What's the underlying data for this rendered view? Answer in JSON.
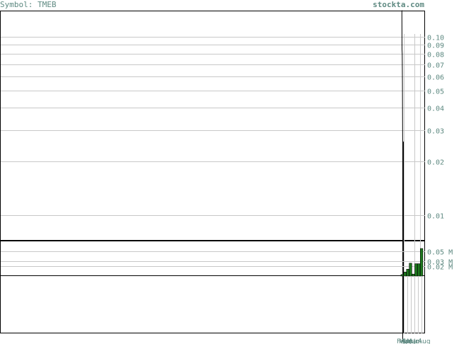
{
  "header": {
    "symbol_label": "Symbol: TMEB",
    "site": "stockta.com"
  },
  "colors": {
    "tick_text": "#5f8a82",
    "grid": "#c8c8c8",
    "frame": "#000000",
    "price_line": "#000000",
    "volume_fill": "#1e7a1e",
    "volume_edge": "#000000"
  },
  "chart_data": [
    {
      "type": "line",
      "yscale": "log",
      "ylim": [
        0.0072,
        0.14
      ],
      "grid": true,
      "yticks": [
        0.1,
        0.09,
        0.08,
        0.07,
        0.06,
        0.05,
        0.04,
        0.03,
        0.02,
        0.01
      ],
      "ytick_labels": [
        "0.10",
        "0.09",
        "0.08",
        "0.07",
        "0.06",
        "0.05",
        "0.04",
        "0.03",
        "0.02",
        "0.01"
      ],
      "series": [
        {
          "values": [
            0.14,
            0.14,
            0.085,
            0.08,
            0.055,
            0.025,
            0.005,
            0.004,
            0.004,
            0.004,
            0.004,
            0.004
          ]
        }
      ]
    },
    {
      "type": "bar",
      "ylim": [
        0,
        0.072
      ],
      "grid": true,
      "yticks": [
        0.05,
        0.03,
        0.02
      ],
      "ytick_labels": [
        "0.05 M",
        "0.03 M",
        "0.02 M"
      ],
      "values": [
        0.003,
        0.008,
        0.014,
        0.026,
        0.004,
        0.025,
        0.025,
        0.056
      ]
    },
    {
      "type": "line",
      "xtick_labels": [
        "Feb",
        "Mar",
        "Apr",
        "Jan",
        "Mar",
        "Jun",
        "Jul",
        "Aug"
      ]
    }
  ]
}
